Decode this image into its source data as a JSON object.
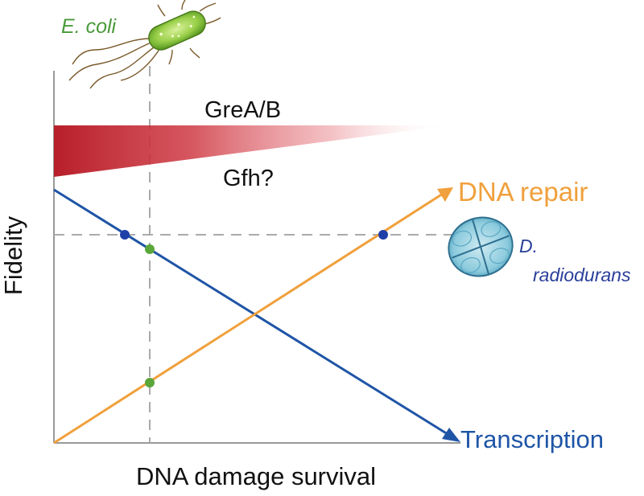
{
  "labels": {
    "ecoli": "E. coli",
    "grea": "GreA/B",
    "gfh": "Gfh?",
    "dna_repair": "DNA repair",
    "transcription": "Transcription",
    "d_radiodurans_line1": "D.",
    "d_radiodurans_line2": "radiodurans",
    "xlabel": "DNA damage survival",
    "ylabel": "Fidelity"
  },
  "colors": {
    "axis": "#999999",
    "guide": "#aaaaaa",
    "dna_repair": "#f0a03c",
    "transcription": "#1f55a6",
    "wedge": "#b81f2a",
    "ecoli_label": "#4a9a3a",
    "radiodurans_label": "#2a3f9a",
    "dot_blue": "#1f3fa8",
    "dot_green": "#5aa63a",
    "bacterium": "#8ccf3c",
    "cell": "#7fc3d8"
  },
  "icons": {
    "ecoli": "ecoli-bacterium-icon",
    "radiodurans": "d-radiodurans-cell-icon"
  }
}
